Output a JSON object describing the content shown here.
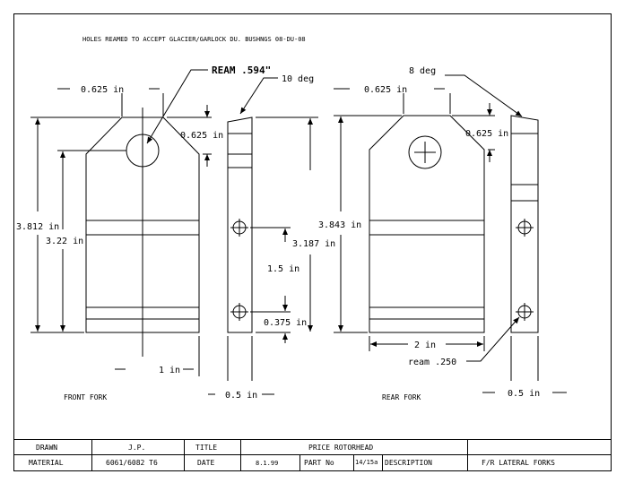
{
  "header_note": "HOLES REAMED TO ACCEPT GLACIER/GARLOCK DU. BUSHNGS 08-DU-08",
  "front_fork": {
    "caption": "FRONT FORK",
    "ream_label": "REAM .594\"",
    "top_width": "0.625 in",
    "chamfer": "0.625 in",
    "overall_height": "3.812 in",
    "hole_height": "3.22 in",
    "width": "1 in"
  },
  "front_side": {
    "angle": "10 deg",
    "hole_to_top": "3.187 in",
    "hole_spacing": "1.5 in",
    "hole_to_bottom": "0.375 in",
    "thickness": "0.5 in"
  },
  "rear_fork": {
    "caption": "REAR FORK",
    "top_width": "0.625 in",
    "chamfer": "0.625 in",
    "overall_height": "3.843 in",
    "width": "2 in",
    "ream_label": "ream .250"
  },
  "rear_side": {
    "angle": "8 deg",
    "thickness": "0.5 in"
  },
  "title_block": {
    "drawn_label": "DRAWN",
    "drawn_value": "J.P.",
    "title_label": "TITLE",
    "title_value": "PRICE ROTORHEAD",
    "material_label": "MATERIAL",
    "material_value": "6061/6082 T6",
    "date_label": "DATE",
    "date_value": "8.1.99",
    "part_label": "PART No",
    "part_value": "14/15a",
    "description_label": "DESCRIPTION",
    "description_value": "F/R LATERAL FORKS"
  }
}
